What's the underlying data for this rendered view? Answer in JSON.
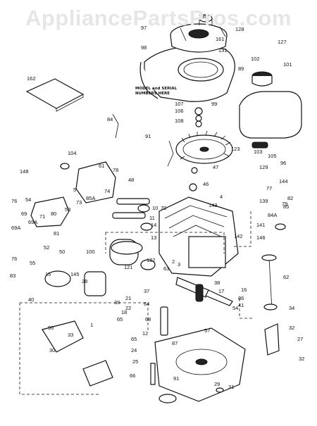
{
  "watermark": "AppliancePartsPros.com",
  "note": "MODEL and SERIAL NUMBERS HERE",
  "callouts": [
    "130",
    "97",
    "128",
    "127",
    "161",
    "131",
    "98",
    "162",
    "102",
    "101",
    "89",
    "107",
    "99",
    "106",
    "108",
    "84",
    "91",
    "123",
    "103",
    "105",
    "96",
    "104",
    "61",
    "47",
    "129",
    "144",
    "148",
    "78",
    "46",
    "48",
    "77",
    "74",
    "4",
    "5",
    "85A",
    "54",
    "82",
    "73",
    "70",
    "10",
    "143",
    "139",
    "76",
    "79",
    "69",
    "69A",
    "80",
    "85",
    "53",
    "71",
    "11",
    "14",
    "142",
    "69A",
    "13",
    "146",
    "141",
    "81",
    "52",
    "50",
    "55",
    "76",
    "100",
    "83",
    "15",
    "121",
    "145",
    "84A",
    "122",
    "28",
    "2",
    "3",
    "63",
    "62",
    "39",
    "21",
    "37",
    "38",
    "17",
    "16",
    "86",
    "41",
    "40",
    "22",
    "18",
    "64",
    "54",
    "65",
    "34",
    "1",
    "12",
    "68",
    "57",
    "90",
    "32",
    "33",
    "31",
    "65",
    "27",
    "24",
    "87",
    "30",
    "25",
    "66",
    "91",
    "32",
    "29"
  ]
}
